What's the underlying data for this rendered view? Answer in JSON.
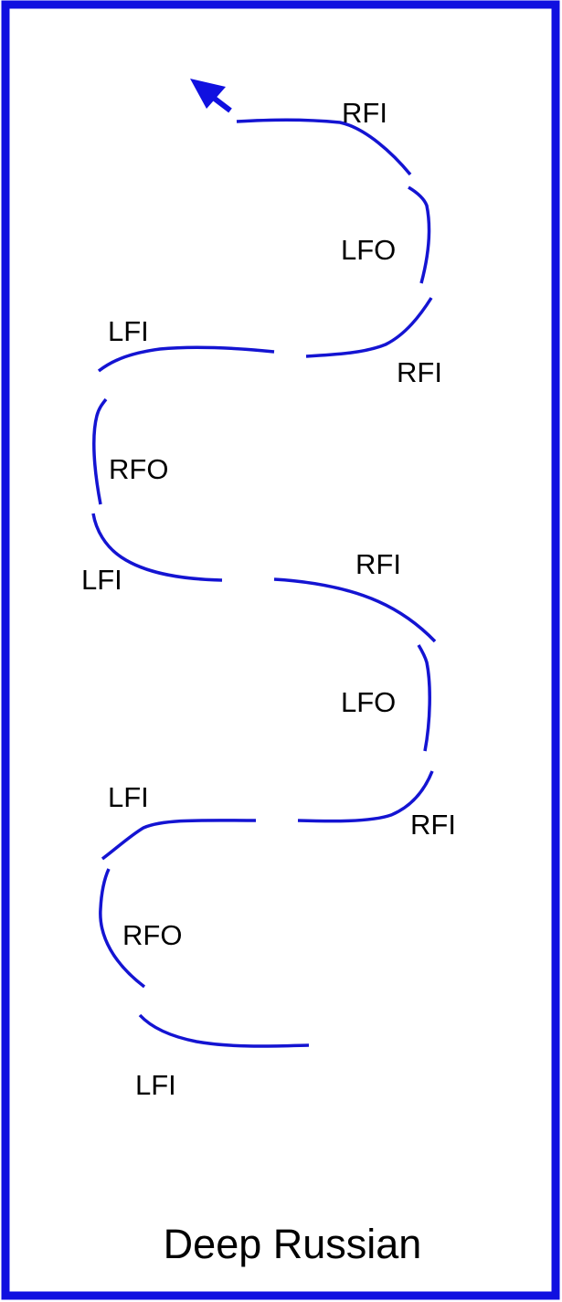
{
  "caption": "Deep Russian",
  "colors": {
    "border": "#1010e0",
    "edge": "#1414d2",
    "arrow": "#1010e0",
    "text": "#000000"
  },
  "edges": [
    {
      "name": "edge-lfi-start",
      "label": "LFI"
    },
    {
      "name": "edge-rfo-1",
      "label": "RFO"
    },
    {
      "name": "edge-lfi-2",
      "label": "LFI"
    },
    {
      "name": "edge-rfi-1",
      "label": "RFI"
    },
    {
      "name": "edge-lfo-1",
      "label": "LFO"
    },
    {
      "name": "edge-rfi-2",
      "label": "RFI"
    },
    {
      "name": "edge-lfi-3",
      "label": "LFI"
    },
    {
      "name": "edge-rfo-2",
      "label": "RFO"
    },
    {
      "name": "edge-lfi-4",
      "label": "LFI"
    },
    {
      "name": "edge-rfi-3",
      "label": "RFI"
    },
    {
      "name": "edge-lfo-2",
      "label": "LFO"
    },
    {
      "name": "edge-rfi-4",
      "label": "RFI"
    }
  ]
}
